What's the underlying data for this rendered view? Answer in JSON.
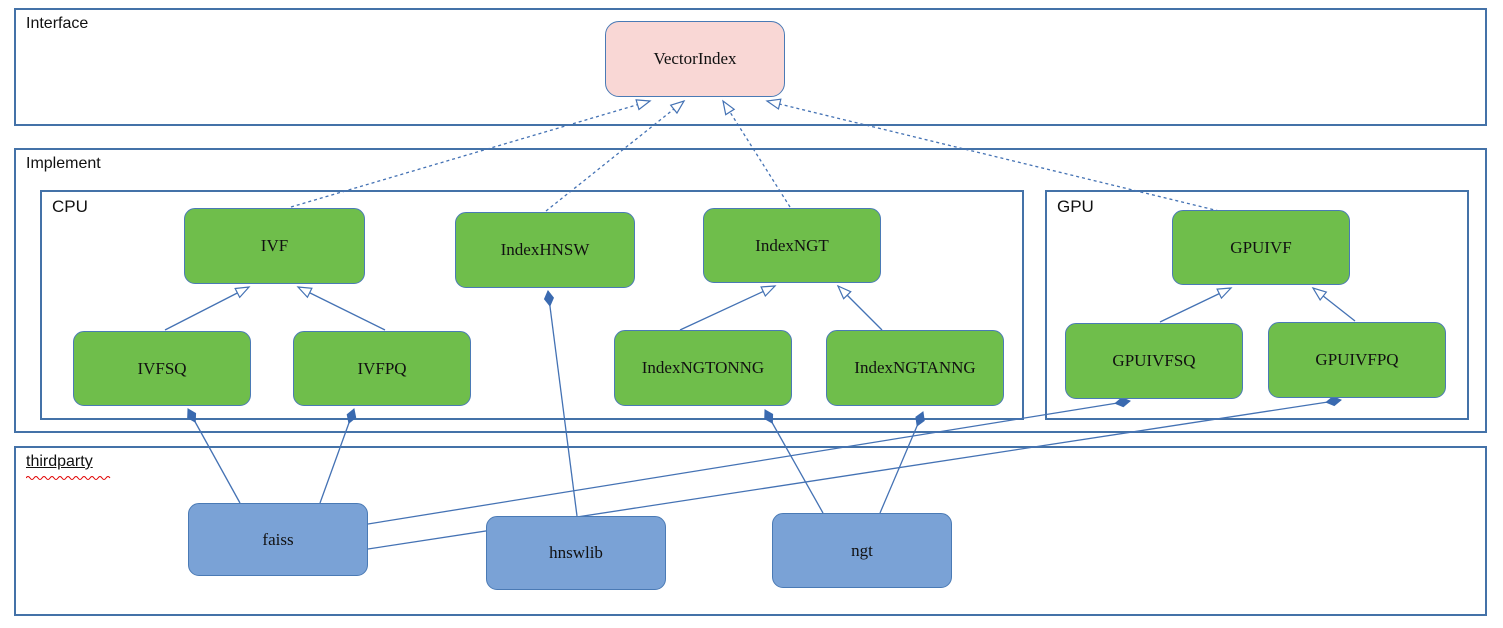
{
  "diagram": {
    "containers": {
      "interface": {
        "label": "Interface"
      },
      "implement": {
        "label": "Implement"
      },
      "cpu": {
        "label": "CPU"
      },
      "gpu": {
        "label": "GPU"
      },
      "thirdparty": {
        "label": "thirdparty"
      }
    },
    "nodes": {
      "vectorindex": {
        "label": "VectorIndex",
        "kind": "interface"
      },
      "ivf": {
        "label": "IVF",
        "kind": "cpu-implementation"
      },
      "indexhnsw": {
        "label": "IndexHNSW",
        "kind": "cpu-implementation"
      },
      "indexngt": {
        "label": "IndexNGT",
        "kind": "cpu-implementation"
      },
      "ivfsq": {
        "label": "IVFSQ",
        "kind": "cpu-implementation"
      },
      "ivfpq": {
        "label": "IVFPQ",
        "kind": "cpu-implementation"
      },
      "indexngtonng": {
        "label": "IndexNGTONNG",
        "kind": "cpu-implementation"
      },
      "indexngtanng": {
        "label": "IndexNGTANNG",
        "kind": "cpu-implementation"
      },
      "gpuivf": {
        "label": "GPUIVF",
        "kind": "gpu-implementation"
      },
      "gpuivfsq": {
        "label": "GPUIVFSQ",
        "kind": "gpu-implementation"
      },
      "gpuivfpq": {
        "label": "GPUIVFPQ",
        "kind": "gpu-implementation"
      },
      "faiss": {
        "label": "faiss",
        "kind": "thirdparty-library"
      },
      "hnswlib": {
        "label": "hnswlib",
        "kind": "thirdparty-library"
      },
      "ngt": {
        "label": "ngt",
        "kind": "thirdparty-library"
      }
    },
    "edges": [
      {
        "from": "IVF",
        "to": "VectorIndex",
        "type": "realization"
      },
      {
        "from": "IndexHNSW",
        "to": "VectorIndex",
        "type": "realization"
      },
      {
        "from": "IndexNGT",
        "to": "VectorIndex",
        "type": "realization"
      },
      {
        "from": "GPUIVF",
        "to": "VectorIndex",
        "type": "realization"
      },
      {
        "from": "IVFSQ",
        "to": "IVF",
        "type": "inheritance"
      },
      {
        "from": "IVFPQ",
        "to": "IVF",
        "type": "inheritance"
      },
      {
        "from": "IndexNGTONNG",
        "to": "IndexNGT",
        "type": "inheritance"
      },
      {
        "from": "IndexNGTANNG",
        "to": "IndexNGT",
        "type": "inheritance"
      },
      {
        "from": "GPUIVFSQ",
        "to": "GPUIVF",
        "type": "inheritance"
      },
      {
        "from": "GPUIVFPQ",
        "to": "GPUIVF",
        "type": "inheritance"
      },
      {
        "from": "faiss",
        "to": "IVFSQ",
        "type": "composition"
      },
      {
        "from": "faiss",
        "to": "IVFPQ",
        "type": "composition"
      },
      {
        "from": "faiss",
        "to": "GPUIVFSQ",
        "type": "composition"
      },
      {
        "from": "faiss",
        "to": "GPUIVFPQ",
        "type": "composition"
      },
      {
        "from": "hnswlib",
        "to": "IndexHNSW",
        "type": "composition"
      },
      {
        "from": "ngt",
        "to": "IndexNGTONNG",
        "type": "composition"
      },
      {
        "from": "ngt",
        "to": "IndexNGTANNG",
        "type": "composition"
      }
    ],
    "colors": {
      "interface_fill": "#f9d7d5",
      "implementation_fill": "#6fbe4b",
      "thirdparty_fill": "#7aa2d6",
      "box_border": "#4a7ab5",
      "container_border": "#4472a8",
      "edge": "#4472b4",
      "diamond_fill": "#3a6ab0",
      "spellcheck_squiggle": "#e00000"
    }
  }
}
